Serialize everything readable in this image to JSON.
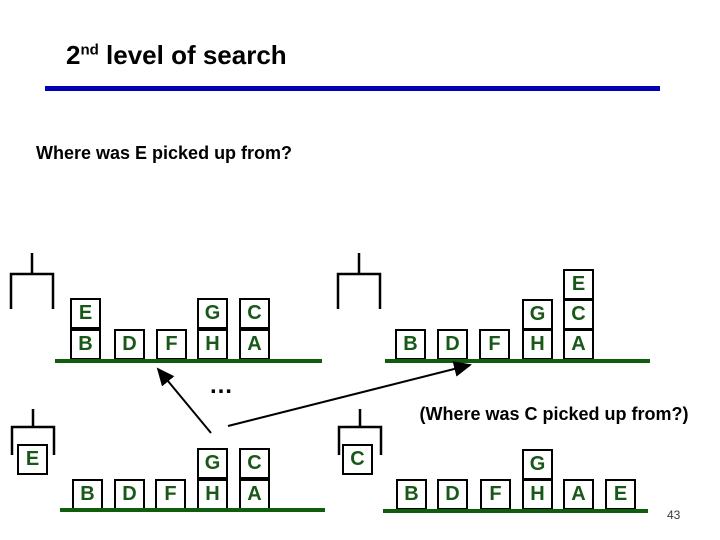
{
  "slide": {
    "title_number": "2",
    "title_ordinal": "nd",
    "title_rest": " level of search",
    "question": "Where was E picked up from?",
    "ellipsis": "…",
    "sub_question": "(Where was C picked up from?)",
    "page_number": "43"
  },
  "colors": {
    "rule_blue": "#0000B2",
    "block_letter_green": "#185818",
    "ground_green": "#0E5E0E",
    "text_black": "#000000"
  },
  "icons": {
    "gripper": "robot-gripper-claw"
  },
  "diagrams": [
    {
      "name": "state-top-left",
      "gripper_holding": "",
      "blocks": [
        "E",
        "B",
        "D",
        "F",
        "G",
        "H",
        "C",
        "A"
      ]
    },
    {
      "name": "state-top-right",
      "gripper_holding": "",
      "blocks": [
        "B",
        "D",
        "F",
        "G",
        "H",
        "E",
        "C",
        "A"
      ]
    },
    {
      "name": "state-bottom-left",
      "gripper_holding": "E",
      "blocks": [
        "B",
        "D",
        "F",
        "G",
        "H",
        "C",
        "A"
      ]
    },
    {
      "name": "state-bottom-right",
      "gripper_holding": "C",
      "blocks": [
        "B",
        "D",
        "F",
        "G",
        "H",
        "A",
        "E"
      ]
    }
  ]
}
